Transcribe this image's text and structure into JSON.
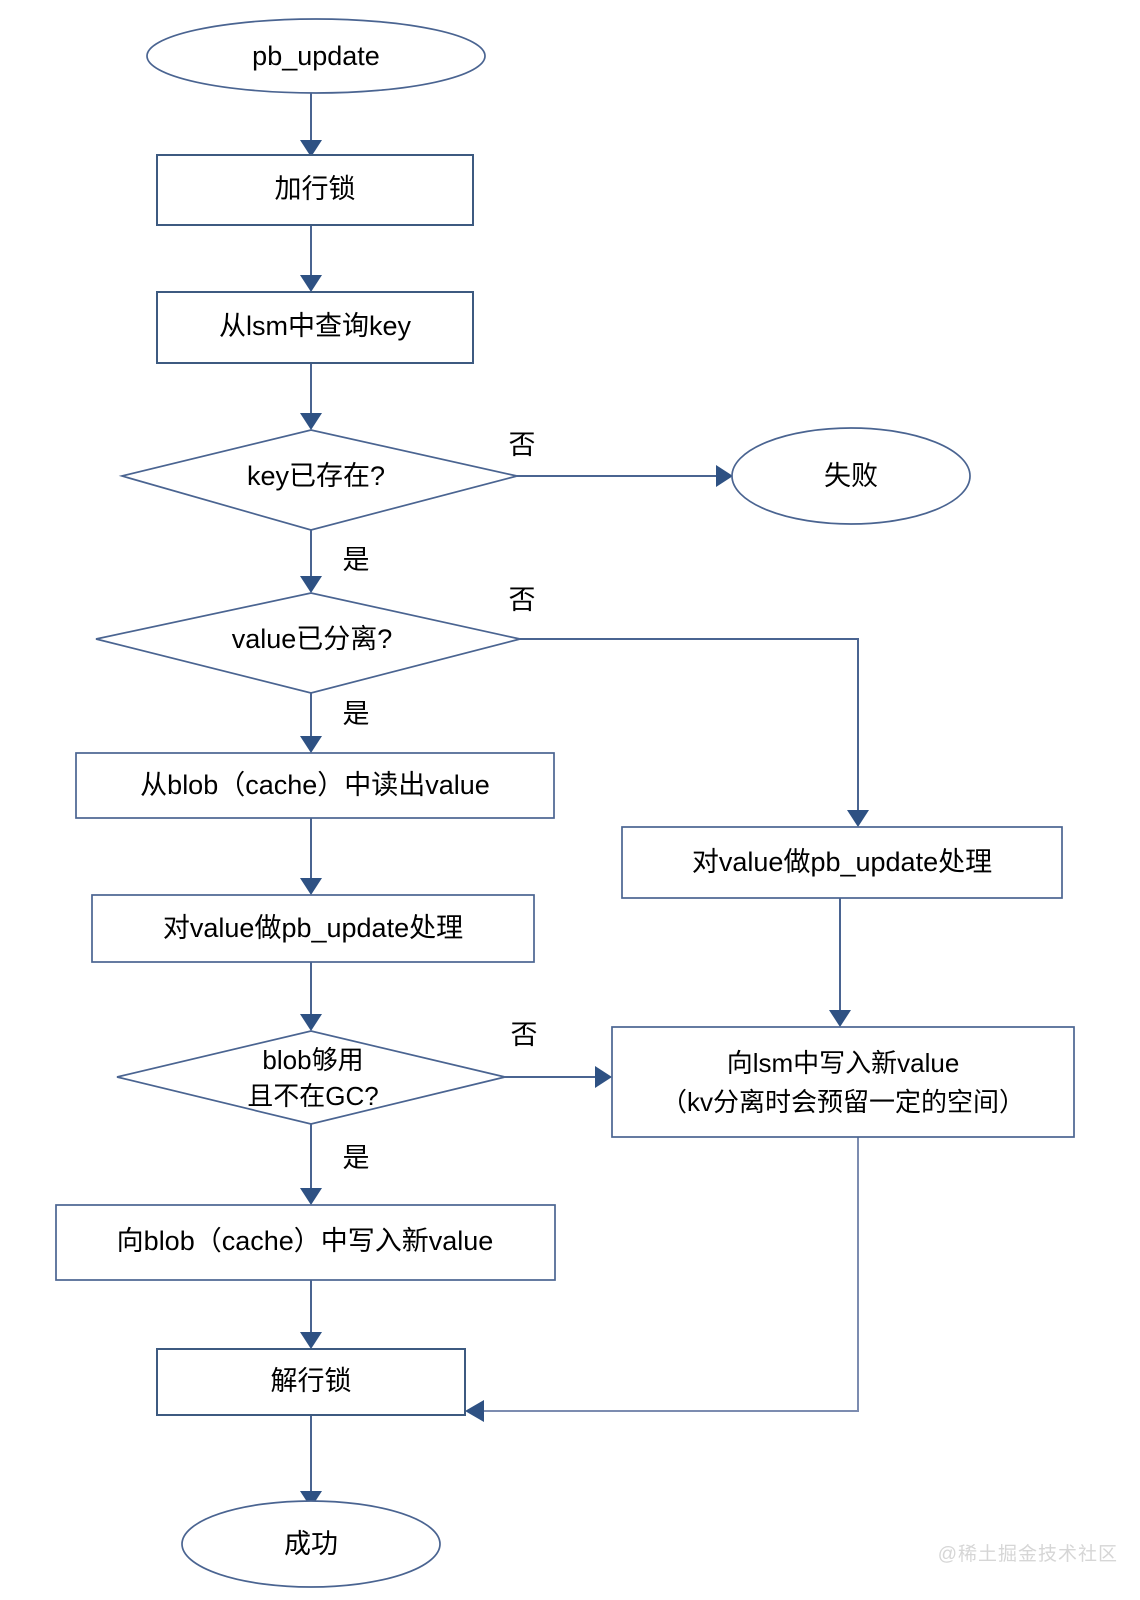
{
  "diagram": {
    "title": "pb_update flowchart",
    "colors": {
      "shape_stroke": "#3d5a80",
      "connector": "#4a6491",
      "arrowhead": "#2e5183",
      "background": "#ffffff",
      "text": "#000000",
      "watermark": "#d6d6d6"
    },
    "nodes": [
      {
        "id": "start",
        "type": "terminator",
        "label": "pb_update"
      },
      {
        "id": "lock",
        "type": "process",
        "label": "加行锁"
      },
      {
        "id": "query",
        "type": "process",
        "label": "从lsm中查询key"
      },
      {
        "id": "key_exists",
        "type": "decision",
        "label": "key已存在?"
      },
      {
        "id": "fail",
        "type": "terminator",
        "label": "失败"
      },
      {
        "id": "value_split",
        "type": "decision",
        "label": "value已分离?"
      },
      {
        "id": "read_blob",
        "type": "process",
        "label": "从blob（cache）中读出value"
      },
      {
        "id": "pb_update_l",
        "type": "process",
        "label": "对value做pb_update处理"
      },
      {
        "id": "pb_update_r",
        "type": "process",
        "label": "对value做pb_update处理"
      },
      {
        "id": "blob_ok",
        "type": "decision",
        "label_line1": "blob够用",
        "label_line2": "且不在GC?"
      },
      {
        "id": "write_lsm",
        "type": "process",
        "label_line1": "向lsm中写入新value",
        "label_line2": "（kv分离时会预留一定的空间）"
      },
      {
        "id": "write_blob",
        "type": "process",
        "label": "向blob（cache）中写入新value"
      },
      {
        "id": "unlock",
        "type": "process",
        "label": "解行锁"
      },
      {
        "id": "success",
        "type": "terminator",
        "label": "成功"
      }
    ],
    "edges": [
      {
        "id": "e1",
        "from": "start",
        "to": "lock",
        "label": ""
      },
      {
        "id": "e2",
        "from": "lock",
        "to": "query",
        "label": ""
      },
      {
        "id": "e3",
        "from": "query",
        "to": "key_exists",
        "label": ""
      },
      {
        "id": "e4",
        "from": "key_exists",
        "to": "fail",
        "label": "否"
      },
      {
        "id": "e5",
        "from": "key_exists",
        "to": "value_split",
        "label": "是"
      },
      {
        "id": "e6",
        "from": "value_split",
        "to": "pb_update_r",
        "label": "否"
      },
      {
        "id": "e7",
        "from": "value_split",
        "to": "read_blob",
        "label": "是"
      },
      {
        "id": "e8",
        "from": "read_blob",
        "to": "pb_update_l",
        "label": ""
      },
      {
        "id": "e9",
        "from": "pb_update_l",
        "to": "blob_ok",
        "label": ""
      },
      {
        "id": "e10",
        "from": "blob_ok",
        "to": "write_lsm",
        "label": "否"
      },
      {
        "id": "e11",
        "from": "blob_ok",
        "to": "write_blob",
        "label": "是"
      },
      {
        "id": "e12",
        "from": "pb_update_r",
        "to": "write_lsm",
        "label": ""
      },
      {
        "id": "e13",
        "from": "write_blob",
        "to": "unlock",
        "label": ""
      },
      {
        "id": "e14",
        "from": "write_lsm",
        "to": "unlock",
        "label": ""
      },
      {
        "id": "e15",
        "from": "unlock",
        "to": "success",
        "label": ""
      }
    ]
  },
  "watermark": {
    "text": "@稀土掘金技术社区"
  }
}
